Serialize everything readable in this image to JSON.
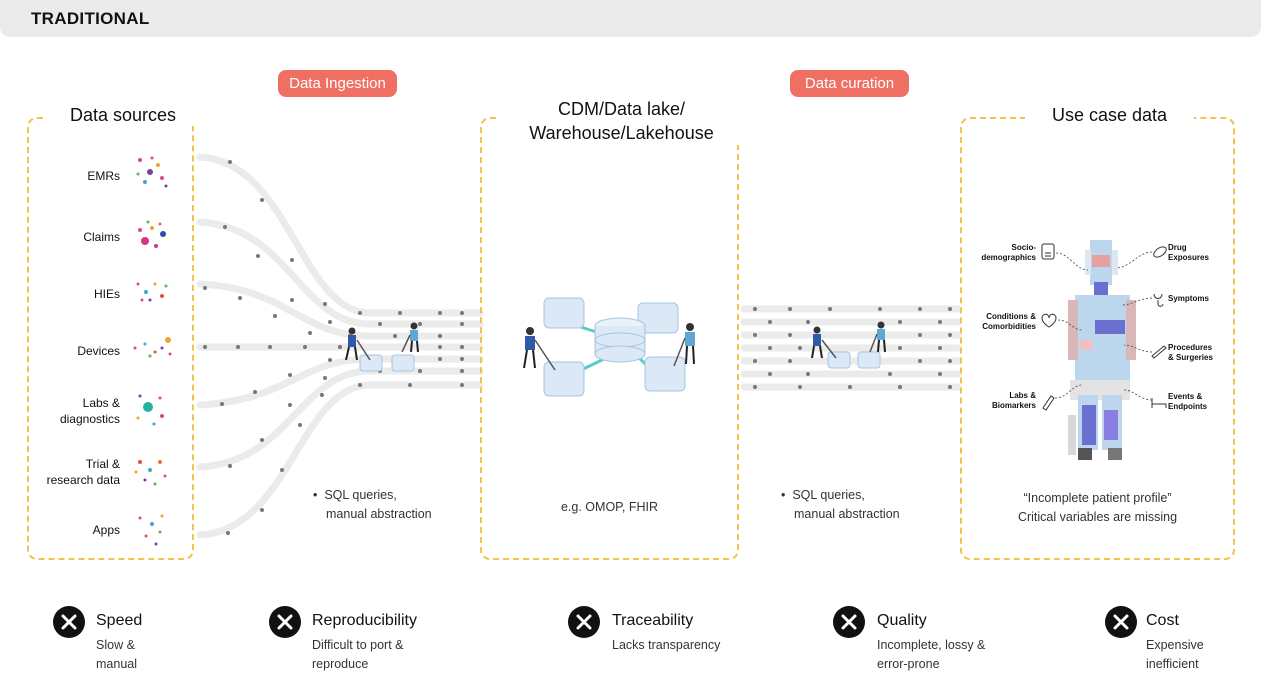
{
  "header": {
    "title": "TRADITIONAL"
  },
  "pills": {
    "ingestion": "Data Ingestion",
    "curation": "Data curation"
  },
  "sources": {
    "title": "Data sources",
    "items": [
      {
        "line1": "EMRs",
        "line2": ""
      },
      {
        "line1": "Claims",
        "line2": ""
      },
      {
        "line1": "HIEs",
        "line2": ""
      },
      {
        "line1": "Devices",
        "line2": ""
      },
      {
        "line1": "Labs &",
        "line2": "diagnostics"
      },
      {
        "line1": "Trial &",
        "line2": "research data"
      },
      {
        "line1": "Apps",
        "line2": ""
      }
    ]
  },
  "ingestion_note": {
    "bullet": "•",
    "line1": "SQL queries,",
    "line2": "manual abstraction"
  },
  "cdm": {
    "title_line1": "CDM/Data lake/",
    "title_line2": "Warehouse/Lakehouse",
    "note": "e.g. OMOP, FHIR"
  },
  "curation_note": {
    "bullet": "•",
    "line1": "SQL queries,",
    "line2": "manual abstraction"
  },
  "use_case": {
    "title": "Use case data",
    "labels": {
      "sociodemo_1": "Socio-",
      "sociodemo_2": "demographics",
      "conditions_1": "Conditions &",
      "conditions_2": "Comorbidities",
      "labs_1": "Labs &",
      "labs_2": "Biomarkers",
      "drug_1": "Drug",
      "drug_2": "Exposures",
      "symptoms": "Symptoms",
      "procedures_1": "Procedures",
      "procedures_2": "& Surgeries",
      "events_1": "Events &",
      "events_2": "Endpoints"
    },
    "quote": "“Incomplete patient profile”",
    "caption": "Critical variables are missing"
  },
  "metrics": [
    {
      "title": "Speed",
      "desc1": "Slow &",
      "desc2": "manual"
    },
    {
      "title": "Reproducibility",
      "desc1": "Difficult to port &",
      "desc2": "reproduce"
    },
    {
      "title": "Traceability",
      "desc1": "Lacks transparency",
      "desc2": ""
    },
    {
      "title": "Quality",
      "desc1": "Incomplete, lossy &",
      "desc2": "error-prone"
    },
    {
      "title": "Cost",
      "desc1": "Expensive",
      "desc2": "inefficient"
    }
  ],
  "icons": {
    "metric_status": "x-icon",
    "pipe_dot": "dot",
    "server": "server-icon",
    "database": "database-icon",
    "worker": "cleaning-worker-icon"
  },
  "colors": {
    "pill": "#ef6f63",
    "dashed_border": "#f2c14e",
    "pipe": "#ebebeb",
    "dot": "#777777",
    "server": "#dbe9f7",
    "connector": "#5fc9c3",
    "patient_light": "#bcd6ee",
    "patient_dark": "#6a6fd0"
  }
}
